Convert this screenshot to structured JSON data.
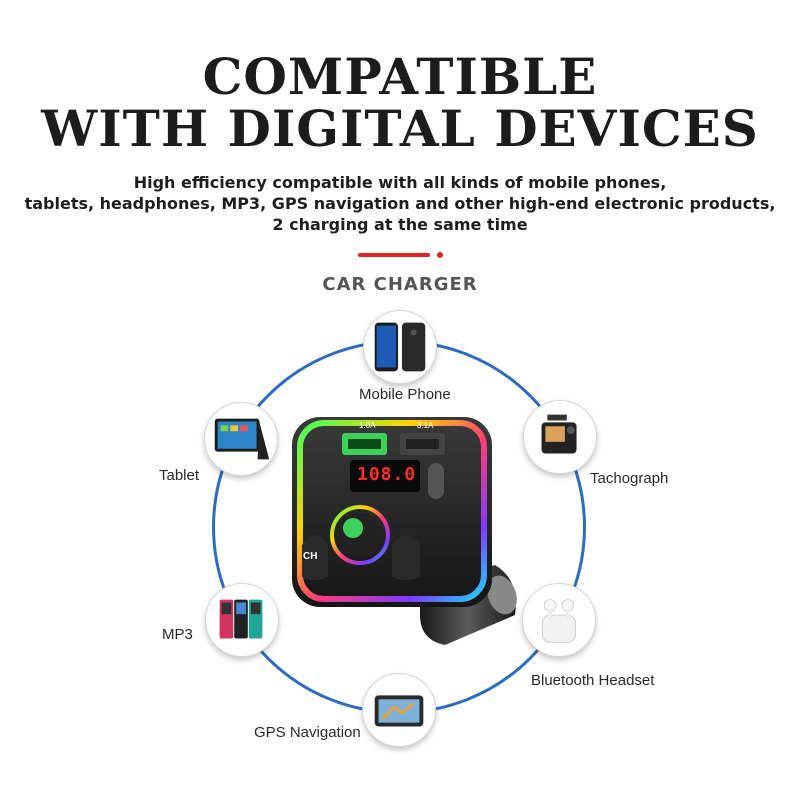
{
  "headline": {
    "line1": "COMPATIBLE",
    "line2": "WITH DIGITAL DEVICES"
  },
  "subtitle": {
    "line1": "High efficiency compatible with all kinds of mobile phones,",
    "line2": "tablets, headphones, MP3, GPS navigation and other high-end electronic products,",
    "line3": "2 charging at the same time"
  },
  "section_label": "CAR CHARGER",
  "charger": {
    "port1_label": "1.0A",
    "port2_label": "3.1A",
    "display": "108.0",
    "ch_button": "CH"
  },
  "devices": [
    {
      "label": "Mobile Phone",
      "icon": "mobile-phone-icon"
    },
    {
      "label": "Tachograph",
      "icon": "tachograph-icon"
    },
    {
      "label": "Bluetooth Headset",
      "icon": "bluetooth-headset-icon"
    },
    {
      "label": "GPS Navigation",
      "icon": "gps-navigation-icon"
    },
    {
      "label": "MP3",
      "icon": "mp3-player-icon"
    },
    {
      "label": "Tablet",
      "icon": "tablet-icon"
    }
  ],
  "colors": {
    "accent_red": "#e02424",
    "ring_blue": "#2d6cc2",
    "title": "#1c1c1c"
  }
}
